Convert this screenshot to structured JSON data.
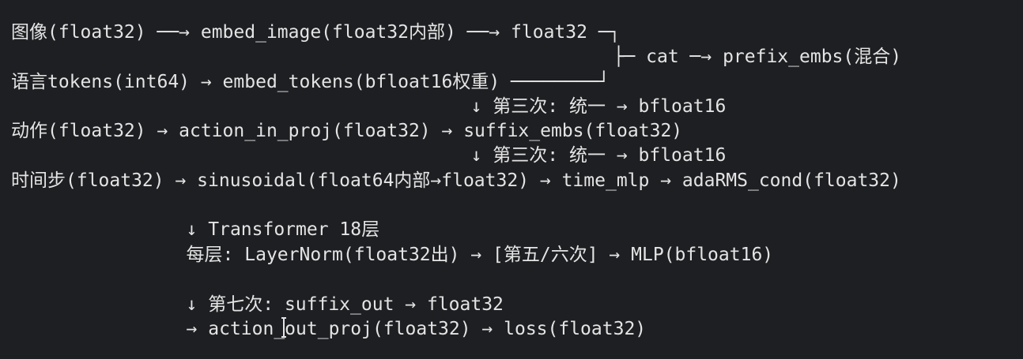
{
  "terminal": {
    "lines": [
      "图像(float32) ──→ embed_image(float32内部) ──→ float32 ─┐",
      "                                                       ├─ cat ─→ prefix_embs(混合)",
      "语言tokens(int64) → embed_tokens(bfloat16权重) ────────┘",
      "                                          ↓ 第三次: 统一 → bfloat16",
      "动作(float32) → action_in_proj(float32) → suffix_embs(float32)",
      "                                          ↓ 第三次: 统一 → bfloat16",
      "时间步(float32) → sinusoidal(float64内部→float32) → time_mlp → adaRMS_cond(float32)",
      "                ↓ Transformer 18层",
      "                每层: LayerNorm(float32出) → [第五/六次] → MLP(bfloat16)",
      "                ↓ 第七次: suffix_out → float32",
      "                → action_out_proj(float32) → loss(float32)"
    ]
  }
}
